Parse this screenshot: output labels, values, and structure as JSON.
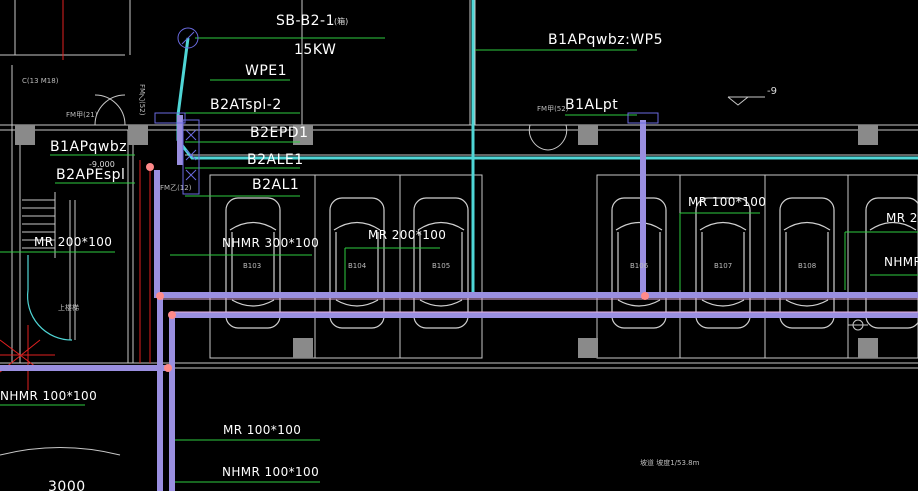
{
  "labels": {
    "sb": "SB-B2-1",
    "sb_suffix": "(箱)",
    "kw": "15KW",
    "wpe1": "WPE1",
    "b2atspl2": "B2ATspl-2",
    "b2epd1": "B2EPD1",
    "b2ale1": "B2ALE1",
    "b2al1": "B2AL1",
    "b1apqwbz": "B1APqwbz",
    "lvl9000": "-9.000",
    "b2apespl": "B2APEspl",
    "mr200_left": "MR 200*100",
    "nhmr300": "NHMR 300*100",
    "mr200_mid": "MR 200*100",
    "b1apqwbz_wp5": "B1APqwbz:WP5",
    "b1alpt": "B1ALpt",
    "lvl_minus9": "-9",
    "mr100_right": "MR 100*100",
    "mr_right_edge": "MR 2",
    "nhmr_right_edge": "NHMR",
    "nhmr100_left": "NHMR 100*100",
    "mr100_bottom": "MR 100*100",
    "nhmr100_bottom": "NHMR 100*100",
    "dim3000": "3000",
    "fm_left": "FM甲(21)",
    "fm_mid": "FM乙(52)",
    "fm_door": "FM甲(52)",
    "fm_small": "FM乙(12)",
    "left_room": "C(13 M18)",
    "stair_text": "上楼梯",
    "slope": "坡道 坡度1/53.8m"
  },
  "parking_spaces": [
    "B103",
    "B104",
    "B105",
    "B106",
    "B107",
    "B108"
  ],
  "colors": {
    "background": "#000000",
    "wall": "#c8c8c8",
    "cable_tray": "#9a8fe0",
    "cyan_duct": "#4fd6d6",
    "green_leader": "#2ecc40",
    "red_line": "#e02020",
    "junction": "#ff8a8a",
    "column": "#8a8a8a"
  }
}
